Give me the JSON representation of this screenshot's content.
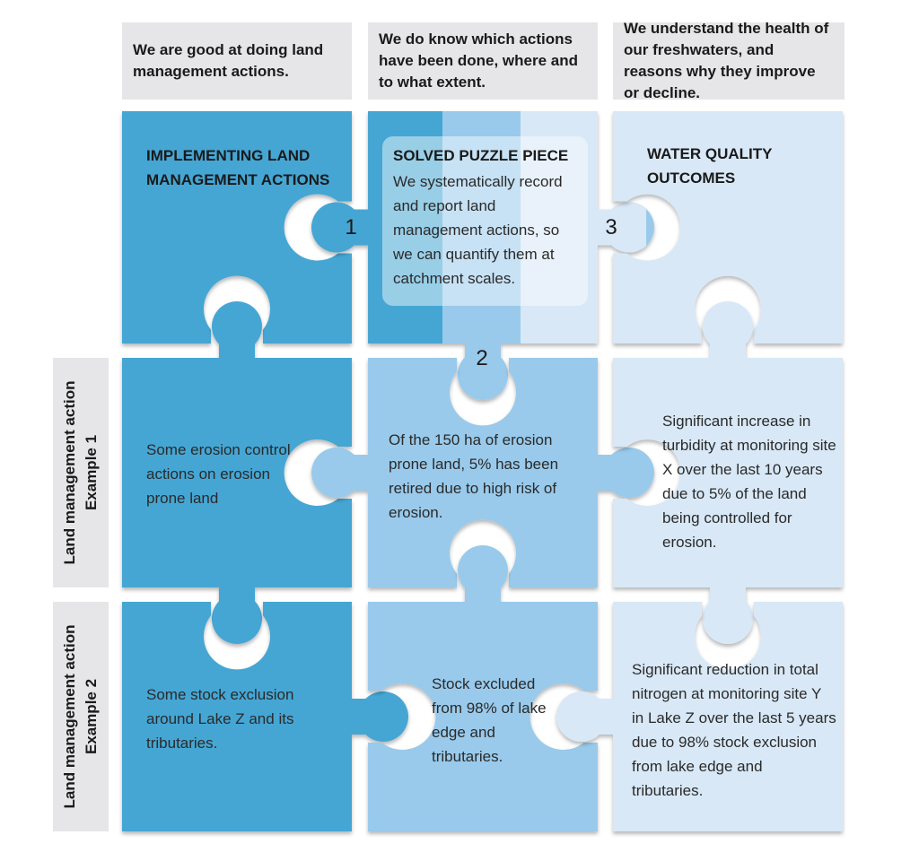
{
  "colors": {
    "dark_blue": "#45a6d4",
    "medium_blue": "#99caeb",
    "light_blue": "#d8e8f6",
    "label_gray": "#e6e6e8"
  },
  "column_headers": [
    "We are good at doing land management actions.",
    "We do know which actions have been done, where and to what extent.",
    "We understand the health of our freshwaters, and reasons why they improve or decline."
  ],
  "row_labels": [
    {
      "line1": "Land management action",
      "line2": "Example 1"
    },
    {
      "line1": "Land management action",
      "line2": "Example 2"
    }
  ],
  "top_row": {
    "col1_title": "IMPLEMENTING LAND MANAGEMENT ACTIONS",
    "col3_title": "WATER QUALITY OUTCOMES",
    "solved": {
      "title": "SOLVED PUZZLE PIECE",
      "body": "We systematically record and report land management actions, so we can quantify them at catchment scales."
    },
    "numbers": [
      "1",
      "2",
      "3"
    ]
  },
  "example1": {
    "col1": "Some erosion control actions on erosion prone land",
    "col2": "Of the 150 ha of erosion prone land, 5% has been retired due to high risk of erosion.",
    "col3": "Significant increase in turbidity at monitoring site X over the last 10 years due to 5% of the land being controlled for erosion."
  },
  "example2": {
    "col1": "Some stock exclusion around Lake Z and its tributaries.",
    "col2": "Stock excluded from 98% of lake edge and tributaries.",
    "col3": "Significant reduction in total nitrogen at monitoring site Y in Lake Z over the last 5 years due to 98%  stock exclusion from lake edge and tributaries."
  }
}
